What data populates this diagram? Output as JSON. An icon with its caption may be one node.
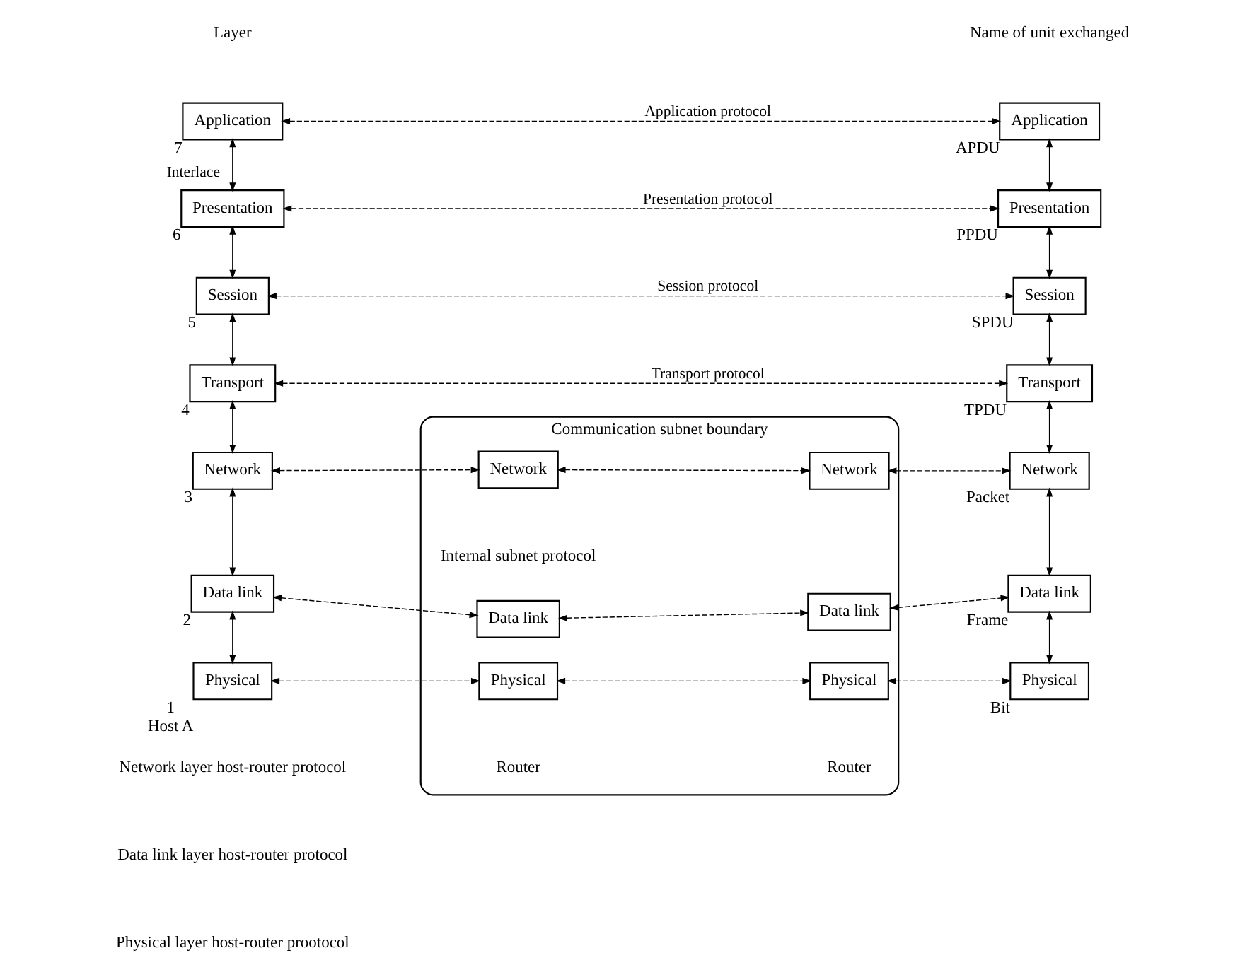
{
  "diagram": {
    "nodes": [
      {
        "text": [
          "Application"
        ],
        "beside": [
          "7"
        ]
      },
      {
        "text": [
          "Presentation"
        ],
        "beside": [
          "6"
        ]
      },
      {
        "text": [
          "Session"
        ],
        "beside": [
          "5"
        ]
      },
      {
        "text": [
          "Transport"
        ],
        "beside": [
          "4"
        ]
      },
      {
        "text": [
          "Network"
        ],
        "beside": [
          "3"
        ]
      },
      {
        "text": [
          "Data link"
        ],
        "beside": [
          "2"
        ]
      },
      {
        "text": [
          "Physical"
        ],
        "beside": [
          "1",
          "Host A"
        ]
      },
      {
        "text": [
          "Communication subnet boundary"
        ]
      },
      {
        "text": [
          "Network"
        ],
        "in": 7
      },
      {
        "text": [
          "Data link"
        ],
        "in": 7
      },
      {
        "text": [
          "Physical"
        ],
        "in": 7,
        "beside": [
          "Router"
        ]
      },
      {
        "text": [
          "Network"
        ],
        "in": 7
      },
      {
        "text": [
          "Data link"
        ],
        "in": 7
      },
      {
        "text": [
          "Physical"
        ],
        "in": 7,
        "beside": [
          "Router"
        ]
      },
      {
        "text": [
          "Application"
        ],
        "beside": [
          "APDU"
        ]
      },
      {
        "text": [
          "Presentation"
        ],
        "beside": [
          "PPDU"
        ]
      },
      {
        "text": [
          "Session"
        ],
        "beside": [
          "SPDU"
        ]
      },
      {
        "text": [
          "Transport"
        ],
        "beside": [
          "TPDU"
        ]
      },
      {
        "text": [
          "Network"
        ],
        "beside": [
          "Packet"
        ]
      },
      {
        "text": [
          "Data link"
        ],
        "beside": [
          "Frame"
        ]
      },
      {
        "text": [
          "Physical"
        ],
        "beside": [
          "Bit"
        ]
      }
    ],
    "edges": [
      {
        "from": 0,
        "to": 14,
        "arrow": "both",
        "style": "dashed",
        "label": "Application protocol"
      },
      {
        "from": 0,
        "to": 1,
        "arrow": "both",
        "label": "Interlace"
      },
      {
        "from": 14,
        "to": 15,
        "arrow": "both"
      },
      {
        "from": 1,
        "to": 15,
        "arrow": "both",
        "style": "dashed",
        "label": "Presentation protocol"
      },
      {
        "from": 1,
        "to": 2,
        "arrow": "both"
      },
      {
        "from": 15,
        "to": 16,
        "arrow": "both"
      },
      {
        "from": 2,
        "to": 16,
        "arrow": "both",
        "style": "dashed",
        "label": "Session protocol"
      },
      {
        "from": 2,
        "to": 3,
        "arrow": "both"
      },
      {
        "from": 16,
        "to": 17,
        "arrow": "both"
      },
      {
        "from": 3,
        "to": 17,
        "arrow": "both",
        "style": "dashed",
        "label": "Transport protocol"
      },
      {
        "from": 3,
        "to": 4,
        "arrow": "both"
      },
      {
        "from": 17,
        "to": 18,
        "arrow": "both"
      },
      {
        "from": 4,
        "to": 8,
        "arrow": "both",
        "style": "dashed"
      },
      {
        "from": 8,
        "to": 11,
        "arrow": "both",
        "style": "dashed"
      },
      {
        "from": 11,
        "to": 18,
        "arrow": "both",
        "style": "dashed"
      },
      {
        "from": 4,
        "to": 5,
        "arrow": "both"
      },
      {
        "from": 18,
        "to": 19,
        "arrow": "both"
      },
      {
        "from": 5,
        "to": 9,
        "arrow": "both",
        "style": "dashed"
      },
      {
        "from": 9,
        "to": 12,
        "arrow": "both",
        "style": "dashed"
      },
      {
        "from": 12,
        "to": 19,
        "arrow": "both",
        "style": "dashed"
      },
      {
        "from": 5,
        "to": 6,
        "arrow": "both"
      },
      {
        "from": 19,
        "to": 20,
        "arrow": "both"
      },
      {
        "from": 6,
        "to": 10,
        "arrow": "both",
        "style": "dashed"
      },
      {
        "from": 10,
        "to": 13,
        "arrow": "both",
        "style": "dashed"
      },
      {
        "from": 13,
        "to": 20,
        "arrow": "both",
        "style": "dashed"
      }
    ],
    "labels": [
      "Layer",
      "Name of unit exchanged",
      "Internal subnet protocol",
      "Network layer host-router protocol",
      "Data link layer host-router protocol",
      "Physical layer host-router prootocol"
    ]
  }
}
